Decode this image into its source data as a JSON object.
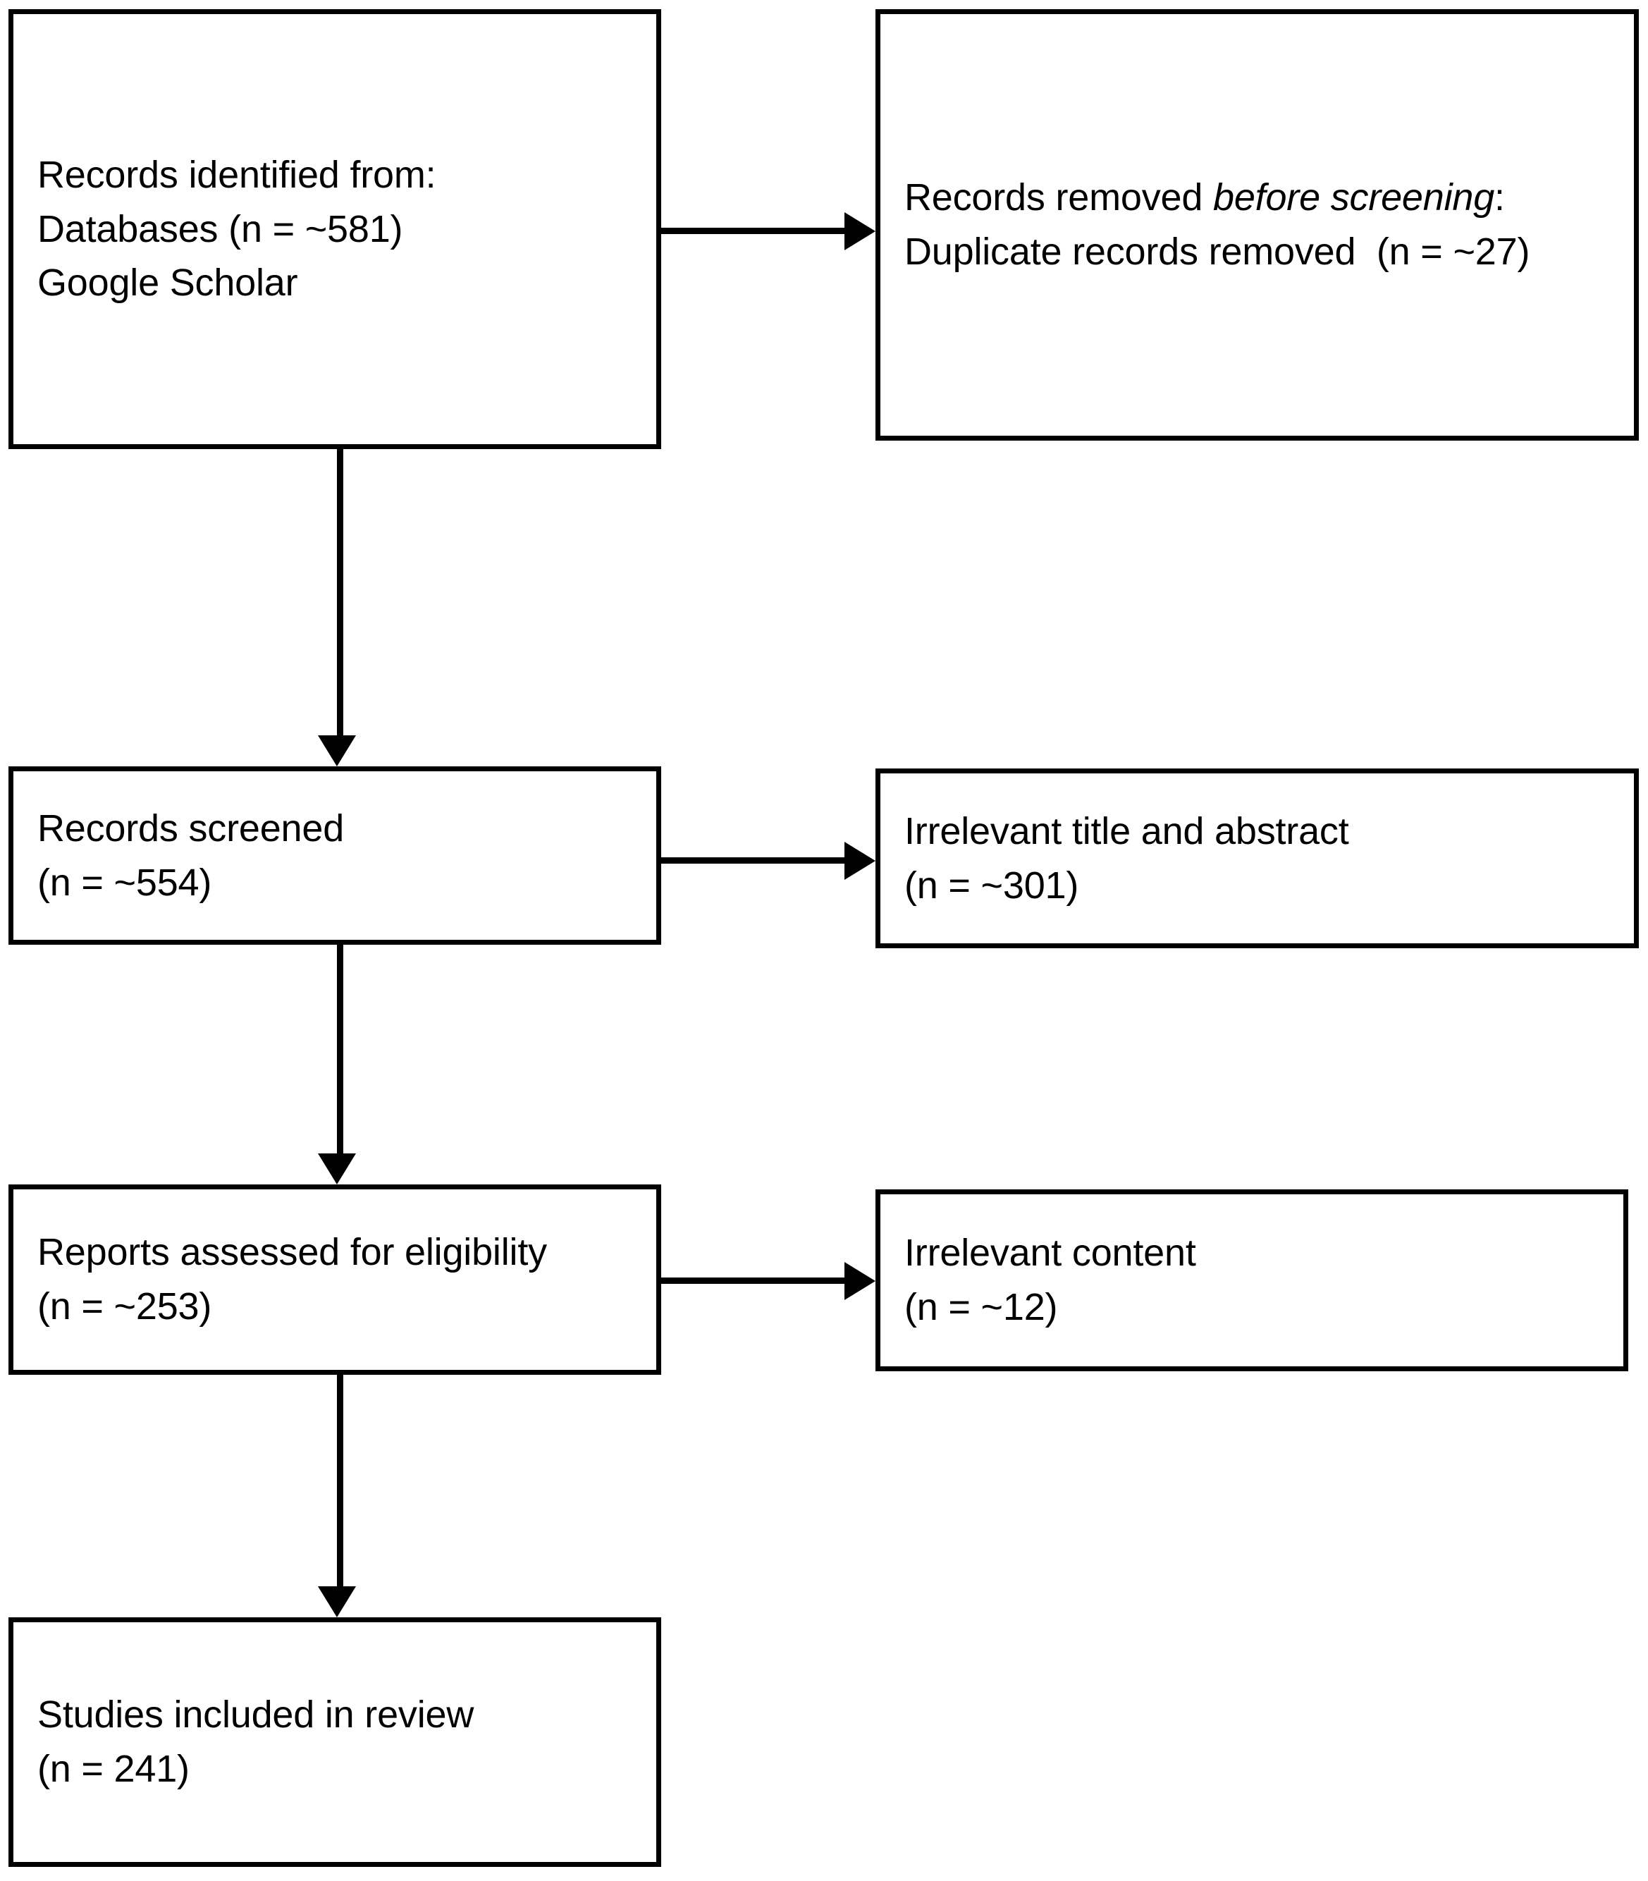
{
  "diagram": {
    "type": "prisma-flow-diagram",
    "title": "PRISMA study selection flow diagram",
    "stroke_color": "#000000",
    "fill_color": "#ffffff",
    "text_color": "#000000"
  },
  "nodes": {
    "identified": {
      "id": "records-identified",
      "line1": "Records identified from:",
      "line2": "Databases (n = ~581)",
      "line3": "Google Scholar",
      "count": 581,
      "count_label": "n = ~581"
    },
    "removed": {
      "id": "records-removed-before-screening",
      "line1_prefix": "Records removed ",
      "line1_italic": "before screening",
      "line1_suffix": ":",
      "line2": "Duplicate records removed  (n = ~27)",
      "count": 27,
      "count_label": "n = ~27"
    },
    "screened": {
      "id": "records-screened",
      "line1": "Records screened",
      "line2": "(n = ~554)",
      "count": 554,
      "count_label": "n = ~554"
    },
    "irrelevant_title_abstract": {
      "id": "irrelevant-title-and-abstract",
      "line1": "Irrelevant title and abstract",
      "line2": "(n = ~301)",
      "count": 301,
      "count_label": "n = ~301"
    },
    "eligibility": {
      "id": "reports-assessed-for-eligibility",
      "line1": "Reports assessed for eligibility",
      "line2": "(n = ~253)",
      "count": 253,
      "count_label": "n = ~253"
    },
    "irrelevant_content": {
      "id": "irrelevant-content",
      "line1": "Irrelevant content",
      "line2": "(n = ~12)",
      "count": 12,
      "count_label": "n = ~12"
    },
    "included": {
      "id": "studies-included-in-review",
      "line1": "Studies included in review",
      "line2": "(n = 241)",
      "count": 241,
      "count_label": "n = 241"
    }
  },
  "connectors": [
    {
      "name": "identified-to-screened",
      "from": "identified",
      "to": "screened",
      "direction": "down"
    },
    {
      "name": "identified-to-removed",
      "from": "identified",
      "to": "removed",
      "direction": "right"
    },
    {
      "name": "screened-to-eligibility",
      "from": "screened",
      "to": "eligibility",
      "direction": "down"
    },
    {
      "name": "screened-to-irrelevant-title-abstract",
      "from": "screened",
      "to": "irrelevant_title_abstract",
      "direction": "right"
    },
    {
      "name": "eligibility-to-included",
      "from": "eligibility",
      "to": "included",
      "direction": "down"
    },
    {
      "name": "eligibility-to-irrelevant-content",
      "from": "eligibility",
      "to": "irrelevant_content",
      "direction": "right"
    }
  ]
}
